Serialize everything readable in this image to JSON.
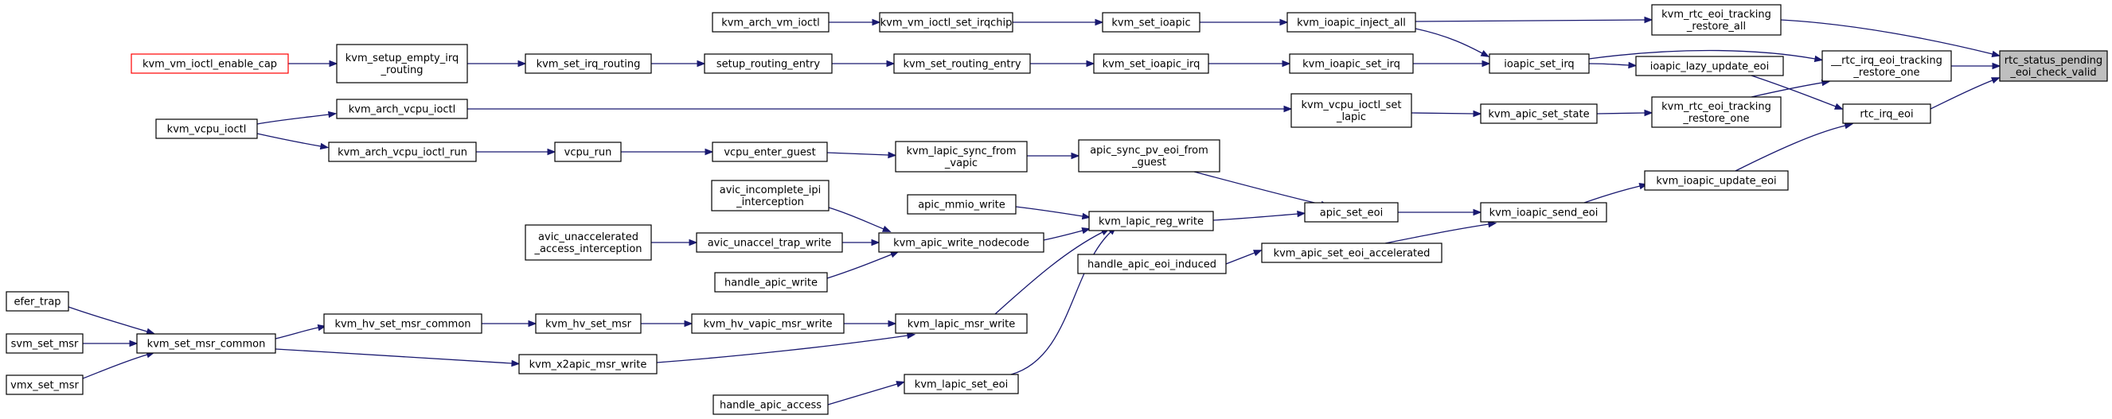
{
  "graph": {
    "title": "",
    "colors": {
      "edge": "#191970",
      "node_border": "#000000",
      "focus_fill": "#bfbfbf",
      "external_border": "#ff0000",
      "background": "#ffffff"
    },
    "nodes": [
      {
        "id": "rtc_status",
        "lines": [
          "rtc_status_pending",
          "_eoi_check_valid"
        ],
        "style": "focus"
      },
      {
        "id": "rtc_eoi_tracking_restore_all",
        "lines": [
          "kvm_rtc_eoi_tracking",
          "_restore_all"
        ]
      },
      {
        "id": "rtc_irq_eoi_tracking_restore_one",
        "lines": [
          "__rtc_irq_eoi_tracking",
          "_restore_one"
        ]
      },
      {
        "id": "rtc_irq_eoi",
        "lines": [
          "rtc_irq_eoi"
        ]
      },
      {
        "id": "ioapic_inject_all",
        "lines": [
          "kvm_ioapic_inject_all"
        ]
      },
      {
        "id": "set_ioapic",
        "lines": [
          "kvm_set_ioapic"
        ]
      },
      {
        "id": "vm_ioctl_set_irqchip",
        "lines": [
          "kvm_vm_ioctl_set_irqchip"
        ]
      },
      {
        "id": "arch_vm_ioctl",
        "lines": [
          "kvm_arch_vm_ioctl"
        ]
      },
      {
        "id": "ioapic_set_irq",
        "lines": [
          "ioapic_set_irq"
        ]
      },
      {
        "id": "ioapic_lazy_update_eoi",
        "lines": [
          "ioapic_lazy_update_eoi"
        ]
      },
      {
        "id": "kvm_ioapic_set_irq",
        "lines": [
          "kvm_ioapic_set_irq"
        ]
      },
      {
        "id": "kvm_set_ioapic_irq",
        "lines": [
          "kvm_set_ioapic_irq"
        ]
      },
      {
        "id": "kvm_set_routing_entry",
        "lines": [
          "kvm_set_routing_entry"
        ]
      },
      {
        "id": "setup_routing_entry",
        "lines": [
          "setup_routing_entry"
        ]
      },
      {
        "id": "kvm_set_irq_routing",
        "lines": [
          "kvm_set_irq_routing"
        ]
      },
      {
        "id": "kvm_setup_empty_irq_routing",
        "lines": [
          "kvm_setup_empty_irq",
          "_routing"
        ]
      },
      {
        "id": "kvm_vm_ioctl_enable_cap",
        "lines": [
          "kvm_vm_ioctl_enable_cap"
        ],
        "style": "boxed"
      },
      {
        "id": "kvm_rtc_eoi_tracking_restore_one",
        "lines": [
          "kvm_rtc_eoi_tracking",
          "_restore_one"
        ]
      },
      {
        "id": "kvm_apic_set_state",
        "lines": [
          "kvm_apic_set_state"
        ]
      },
      {
        "id": "kvm_vcpu_ioctl_set_lapic",
        "lines": [
          "kvm_vcpu_ioctl_set",
          "_lapic"
        ]
      },
      {
        "id": "kvm_arch_vcpu_ioctl",
        "lines": [
          "kvm_arch_vcpu_ioctl"
        ]
      },
      {
        "id": "kvm_vcpu_ioctl",
        "lines": [
          "kvm_vcpu_ioctl"
        ]
      },
      {
        "id": "kvm_ioapic_update_eoi",
        "lines": [
          "kvm_ioapic_update_eoi"
        ]
      },
      {
        "id": "kvm_ioapic_send_eoi",
        "lines": [
          "kvm_ioapic_send_eoi"
        ]
      },
      {
        "id": "apic_set_eoi",
        "lines": [
          "apic_set_eoi"
        ]
      },
      {
        "id": "kvm_apic_set_eoi_accelerated",
        "lines": [
          "kvm_apic_set_eoi_accelerated"
        ]
      },
      {
        "id": "handle_apic_eoi_induced",
        "lines": [
          "handle_apic_eoi_induced"
        ]
      },
      {
        "id": "apic_sync_pv_eoi_from_guest",
        "lines": [
          "apic_sync_pv_eoi_from",
          "_guest"
        ]
      },
      {
        "id": "kvm_lapic_sync_from_vapic",
        "lines": [
          "kvm_lapic_sync_from",
          "_vapic"
        ]
      },
      {
        "id": "vcpu_enter_guest",
        "lines": [
          "vcpu_enter_guest"
        ]
      },
      {
        "id": "vcpu_run",
        "lines": [
          "vcpu_run"
        ]
      },
      {
        "id": "kvm_arch_vcpu_ioctl_run",
        "lines": [
          "kvm_arch_vcpu_ioctl_run"
        ]
      },
      {
        "id": "kvm_lapic_reg_write",
        "lines": [
          "kvm_lapic_reg_write"
        ]
      },
      {
        "id": "apic_mmio_write",
        "lines": [
          "apic_mmio_write"
        ]
      },
      {
        "id": "kvm_apic_write_nodecode",
        "lines": [
          "kvm_apic_write_nodecode"
        ]
      },
      {
        "id": "avic_incomplete_ipi_interception",
        "lines": [
          "avic_incomplete_ipi",
          "_interception"
        ]
      },
      {
        "id": "avic_unaccel_trap_write",
        "lines": [
          "avic_unaccel_trap_write"
        ]
      },
      {
        "id": "avic_unaccelerated_access_interception",
        "lines": [
          "avic_unaccelerated",
          "_access_interception"
        ]
      },
      {
        "id": "handle_apic_write",
        "lines": [
          "handle_apic_write"
        ]
      },
      {
        "id": "kvm_lapic_msr_write",
        "lines": [
          "kvm_lapic_msr_write"
        ]
      },
      {
        "id": "kvm_hv_vapic_msr_write",
        "lines": [
          "kvm_hv_vapic_msr_write"
        ]
      },
      {
        "id": "kvm_hv_set_msr",
        "lines": [
          "kvm_hv_set_msr"
        ]
      },
      {
        "id": "kvm_hv_set_msr_common",
        "lines": [
          "kvm_hv_set_msr_common"
        ]
      },
      {
        "id": "kvm_set_msr_common",
        "lines": [
          "kvm_set_msr_common"
        ]
      },
      {
        "id": "efer_trap",
        "lines": [
          "efer_trap"
        ]
      },
      {
        "id": "svm_set_msr",
        "lines": [
          "svm_set_msr"
        ]
      },
      {
        "id": "vmx_set_msr",
        "lines": [
          "vmx_set_msr"
        ]
      },
      {
        "id": "kvm_x2apic_msr_write",
        "lines": [
          "kvm_x2apic_msr_write"
        ]
      },
      {
        "id": "kvm_lapic_set_eoi",
        "lines": [
          "kvm_lapic_set_eoi"
        ]
      },
      {
        "id": "handle_apic_access",
        "lines": [
          "handle_apic_access"
        ]
      }
    ],
    "edges": [
      {
        "from": "rtc_eoi_tracking_restore_all",
        "to": "rtc_status"
      },
      {
        "from": "rtc_irq_eoi_tracking_restore_one",
        "to": "rtc_status"
      },
      {
        "from": "rtc_irq_eoi",
        "to": "rtc_status"
      },
      {
        "from": "ioapic_inject_all",
        "to": "rtc_eoi_tracking_restore_all"
      },
      {
        "from": "set_ioapic",
        "to": "ioapic_inject_all"
      },
      {
        "from": "vm_ioctl_set_irqchip",
        "to": "set_ioapic"
      },
      {
        "from": "arch_vm_ioctl",
        "to": "vm_ioctl_set_irqchip"
      },
      {
        "from": "ioapic_set_irq",
        "to": "rtc_irq_eoi_tracking_restore_one"
      },
      {
        "from": "ioapic_inject_all",
        "to": "ioapic_set_irq"
      },
      {
        "from": "kvm_ioapic_set_irq",
        "to": "ioapic_set_irq"
      },
      {
        "from": "kvm_set_ioapic_irq",
        "to": "kvm_ioapic_set_irq"
      },
      {
        "from": "kvm_set_routing_entry",
        "to": "kvm_set_ioapic_irq"
      },
      {
        "from": "setup_routing_entry",
        "to": "kvm_set_routing_entry"
      },
      {
        "from": "kvm_set_irq_routing",
        "to": "setup_routing_entry"
      },
      {
        "from": "kvm_setup_empty_irq_routing",
        "to": "kvm_set_irq_routing"
      },
      {
        "from": "kvm_vm_ioctl_enable_cap",
        "to": "kvm_setup_empty_irq_routing"
      },
      {
        "from": "ioapic_lazy_update_eoi",
        "to": "rtc_irq_eoi"
      },
      {
        "from": "ioapic_set_irq",
        "to": "ioapic_lazy_update_eoi"
      },
      {
        "from": "kvm_rtc_eoi_tracking_restore_one",
        "to": "rtc_irq_eoi_tracking_restore_one"
      },
      {
        "from": "kvm_apic_set_state",
        "to": "kvm_rtc_eoi_tracking_restore_one"
      },
      {
        "from": "kvm_vcpu_ioctl_set_lapic",
        "to": "kvm_apic_set_state"
      },
      {
        "from": "kvm_arch_vcpu_ioctl",
        "to": "kvm_vcpu_ioctl_set_lapic"
      },
      {
        "from": "kvm_vcpu_ioctl",
        "to": "kvm_arch_vcpu_ioctl"
      },
      {
        "from": "kvm_ioapic_update_eoi",
        "to": "rtc_irq_eoi"
      },
      {
        "from": "kvm_ioapic_send_eoi",
        "to": "kvm_ioapic_update_eoi"
      },
      {
        "from": "apic_set_eoi",
        "to": "kvm_ioapic_send_eoi"
      },
      {
        "from": "kvm_apic_set_eoi_accelerated",
        "to": "kvm_ioapic_send_eoi"
      },
      {
        "from": "handle_apic_eoi_induced",
        "to": "kvm_apic_set_eoi_accelerated"
      },
      {
        "from": "apic_sync_pv_eoi_from_guest",
        "to": "apic_set_eoi"
      },
      {
        "from": "kvm_lapic_sync_from_vapic",
        "to": "apic_sync_pv_eoi_from_guest"
      },
      {
        "from": "vcpu_enter_guest",
        "to": "kvm_lapic_sync_from_vapic"
      },
      {
        "from": "vcpu_run",
        "to": "vcpu_enter_guest"
      },
      {
        "from": "kvm_arch_vcpu_ioctl_run",
        "to": "vcpu_run"
      },
      {
        "from": "kvm_vcpu_ioctl",
        "to": "kvm_arch_vcpu_ioctl_run"
      },
      {
        "from": "kvm_lapic_reg_write",
        "to": "apic_set_eoi"
      },
      {
        "from": "apic_mmio_write",
        "to": "kvm_lapic_reg_write"
      },
      {
        "from": "kvm_apic_write_nodecode",
        "to": "kvm_lapic_reg_write"
      },
      {
        "from": "avic_incomplete_ipi_interception",
        "to": "kvm_apic_write_nodecode"
      },
      {
        "from": "avic_unaccel_trap_write",
        "to": "kvm_apic_write_nodecode"
      },
      {
        "from": "avic_unaccelerated_access_interception",
        "to": "avic_unaccel_trap_write"
      },
      {
        "from": "handle_apic_write",
        "to": "kvm_apic_write_nodecode"
      },
      {
        "from": "kvm_lapic_msr_write",
        "to": "kvm_lapic_reg_write"
      },
      {
        "from": "kvm_hv_vapic_msr_write",
        "to": "kvm_lapic_msr_write"
      },
      {
        "from": "kvm_hv_set_msr",
        "to": "kvm_hv_vapic_msr_write"
      },
      {
        "from": "kvm_hv_set_msr_common",
        "to": "kvm_hv_set_msr"
      },
      {
        "from": "kvm_set_msr_common",
        "to": "kvm_hv_set_msr_common"
      },
      {
        "from": "efer_trap",
        "to": "kvm_set_msr_common"
      },
      {
        "from": "svm_set_msr",
        "to": "kvm_set_msr_common"
      },
      {
        "from": "vmx_set_msr",
        "to": "kvm_set_msr_common"
      },
      {
        "from": "kvm_x2apic_msr_write",
        "to": "kvm_lapic_msr_write"
      },
      {
        "from": "kvm_set_msr_common",
        "to": "kvm_x2apic_msr_write"
      },
      {
        "from": "kvm_lapic_set_eoi",
        "to": "kvm_lapic_reg_write"
      },
      {
        "from": "handle_apic_access",
        "to": "kvm_lapic_set_eoi"
      }
    ]
  }
}
